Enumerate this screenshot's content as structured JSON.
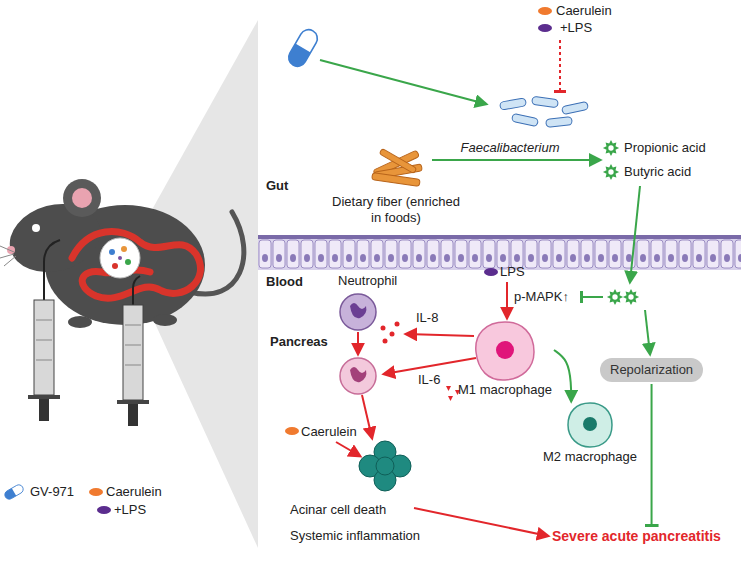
{
  "diagram": {
    "nodes": [
      {
        "text": [
          "Gut"
        ]
      },
      {
        "text": [
          "Blood"
        ]
      },
      {
        "text": [
          "Pancreas"
        ],
        "in": 1
      },
      {
        "text": [
          "Neutrophil"
        ],
        "in": 1
      },
      {
        "text": [
          "M1 macrophage"
        ],
        "in": 2
      },
      {
        "text": [
          "Repolarization"
        ],
        "in": 2
      },
      {
        "text": [
          "M2 macrophage"
        ],
        "in": 2
      },
      {
        "text": [
          "Acinar cell death"
        ],
        "in": 2
      },
      {
        "text": [
          "Severe acute pancreatitis"
        ],
        "in": 2
      }
    ],
    "edges": [
      {
        "from": 4,
        "to": 6,
        "arrow": "to"
      },
      {
        "from": 5,
        "to": 8,
        "arrow": "to"
      },
      {
        "from": 7,
        "to": 8,
        "arrow": "to"
      }
    ],
    "labels": [
      "Caerulein",
      "+LPS",
      "Faecalibacterium",
      "Propionic acid",
      "Dietary fiber (enriched in foods)",
      "Butyric acid",
      "IL-8",
      "LPS",
      "p-MAPK↑",
      "IL-6",
      "Caerulein",
      "Systemic inflammation",
      "GV-971",
      "Caerulein",
      "+LPS"
    ]
  }
}
